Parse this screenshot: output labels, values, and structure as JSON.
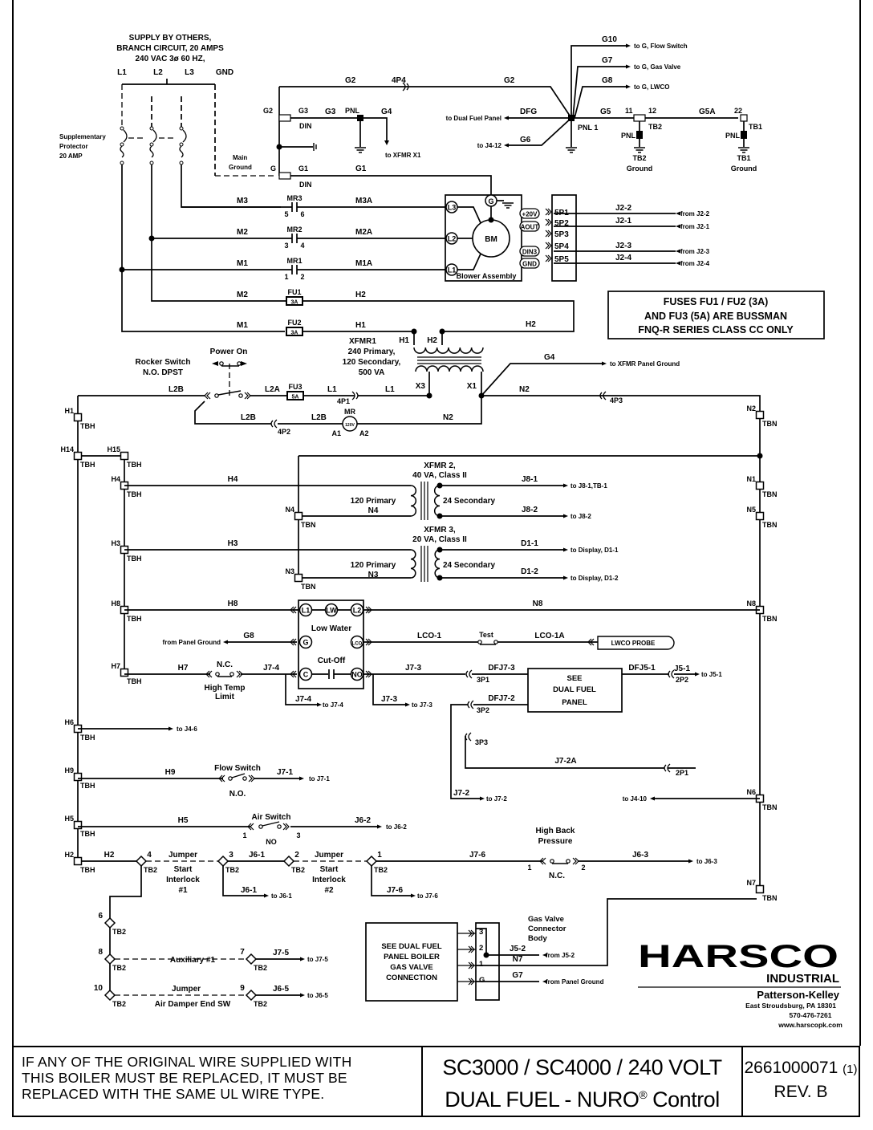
{
  "labels": {
    "s1": "SUPPLY BY OTHERS,",
    "s2": "BRANCH CIRCUIT, 20 AMPS",
    "s3": "240 VAC 3ø 60 HZ,",
    "l1": "L1",
    "l2": "L2",
    "l3": "L3",
    "gnd": "GND",
    "sp1": "Supplementary",
    "sp2": "Protector",
    "sp3": "20 AMP",
    "mg1": "Main",
    "mg2": "Ground",
    "g2a": "G2",
    "p4": "4P4",
    "g2b": "G2",
    "g2t": "G2",
    "g3t": "G3",
    "g3": "G3",
    "pnl": "PNL",
    "g4": "G4",
    "g4v": "G4",
    "din1": "DIN",
    "txx1": "to XFMR X1",
    "g": "G",
    "g1t": "G1",
    "g1": "G1",
    "din2": "DIN",
    "m3": "M3",
    "mr3": "MR3",
    "c5": "5",
    "c6": "6",
    "m3a": "M3A",
    "m2": "M2",
    "mr2": "MR2",
    "c3": "3",
    "c4": "4",
    "m2a": "M2A",
    "m1": "M1",
    "mr1": "MR1",
    "c1": "1",
    "c2": "2",
    "m1a": "M1A",
    "m2b": "M2",
    "fu1": "FU1",
    "f1a": "3A",
    "h2": "H2",
    "m1b": "M1",
    "fu2": "FU2",
    "f2a": "3A",
    "h1": "H1",
    "h2r": "H2",
    "g10": "G10",
    "tfs": "to G, Flow Switch",
    "g7": "G7",
    "tgv": "to G, Gas Valve",
    "g8": "G8",
    "tlw": "to G, LWCO",
    "tdf": "to Dual Fuel Panel",
    "dfg": "DFG",
    "g6": "G6",
    "tj412": "to J4-12",
    "pnl1": "PNL 1",
    "g5": "G5",
    "n11": "11",
    "n12": "12",
    "tb2": "TB2",
    "g5a": "G5A",
    "n22": "22",
    "tb1": "TB1",
    "pnlb2": "PNL",
    "pnlb1": "PNL",
    "tb2g1": "TB2",
    "tb2g2": "Ground",
    "tb1g1": "TB1",
    "tb1g2": "Ground",
    "bl3": "L3",
    "bl2": "L2",
    "bl1": "L1",
    "bm": "BM",
    "bg": "G",
    "b20": "+20V",
    "baout": "AOUT",
    "bdin3": "DIN3",
    "bgnd": "GND",
    "bassy": "Blower Assembly",
    "p51": "5P1",
    "p52": "5P2",
    "p53": "5P3",
    "p54": "5P4",
    "p55": "5P5",
    "j22": "J2-2",
    "j21": "J2-1",
    "j23": "J2-3",
    "j24": "J2-4",
    "fj22": "from J2-2",
    "fj21": "from J2-1",
    "fj23": "from J2-3",
    "fj24": "from J2-4",
    "fn1": "FUSES FU1 / FU2 (3A)",
    "fn2": "AND FU3 (5A) ARE BUSSMAN",
    "fn3": "FNQ-R SERIES CLASS CC ONLY",
    "xf1": "XFMR1",
    "xh1": "H1",
    "xh2": "H2",
    "xp": "240 Primary,",
    "xs": "120 Secondary,",
    "xva": "500 VA",
    "x3": "X3",
    "x1": "X1",
    "g4b": "G4",
    "txpg": "to XFMR Panel Ground",
    "pon": "Power On",
    "rs1": "Rocker Switch",
    "rs2": "N.O. DPST",
    "l2b1": "L2B",
    "l2a": "L2A",
    "fu3": "FU3",
    "f3a": "5A",
    "l1a": "L1",
    "p41": "4P1",
    "l1b": "L1",
    "n2a": "N2",
    "p43": "4P3",
    "l2b2": "L2B",
    "p42": "4P2",
    "l2b3": "L2B",
    "mr": "MR",
    "mr120": "120V",
    "a1": "A1",
    "a2": "A2",
    "n2b": "N2",
    "th1": "H1",
    "th14": "H14",
    "th15": "H15",
    "th4": "H4",
    "th3": "H3",
    "th8": "H8",
    "th7": "H7",
    "th6": "H6",
    "th9": "H9",
    "th5": "H5",
    "th2": "H2",
    "tbh": "TBH",
    "tbn": "TBN",
    "tn2": "N2",
    "tn1": "N1",
    "tn5": "N5",
    "tn4": "N4",
    "tn3": "N3",
    "tn8": "N8",
    "tn6": "N6",
    "tn7": "N7",
    "x2a": "XFMR 2,",
    "x2b": "40 VA, Class II",
    "h4": "H4",
    "p120a": "120 Primary",
    "n4": "N4",
    "s24a": "24 Secondary",
    "j81": "J8-1",
    "tj81": "to J8-1,TB-1",
    "j82": "J8-2",
    "tj82": "to J8-2",
    "x3a": "XFMR 3,",
    "x3b": "20 VA, Class II",
    "h3": "H3",
    "p120b": "120 Primary",
    "n3": "N3",
    "s24b": "24 Secondary",
    "d11": "D1-1",
    "td11": "to Display, D1-1",
    "d12": "D1-2",
    "td12": "to Display, D1-2",
    "h8": "H8",
    "n8": "N8",
    "lwl1": "L1",
    "lwlw": "LW",
    "lwl2": "L2",
    "lw1": "Low Water",
    "lwg": "G",
    "lwlco": "LCO",
    "lw2": "Cut-Off",
    "lwc": "C",
    "lwno": "NO",
    "fpg": "from Panel Ground",
    "g8b": "G8",
    "lco1": "LCO-1",
    "test": "Test",
    "lco1a": "LCO-1A",
    "probe": "LWCO PROBE",
    "h7": "H7",
    "nc1": "N.C.",
    "htl1": "High Temp",
    "htl2": "Limit",
    "j74": "J7-4",
    "j74b": "J7-4",
    "tj74": "to J7-4",
    "j73": "J7-3",
    "j73b": "J7-3",
    "tj73": "to J7-3",
    "dfj73": "DFJ7-3",
    "p31": "3P1",
    "dfp1": "SEE",
    "dfp2": "DUAL FUEL",
    "dfp3": "PANEL",
    "dfj51": "DFJ5-1",
    "j51": "J5-1",
    "p22": "2P2",
    "tj51": "to J5-1",
    "dfj72": "DFJ7-2",
    "p32": "3P2",
    "p33": "3P3",
    "j72a": "J7-2A",
    "p21": "2P1",
    "j72": "J7-2",
    "tj72": "to J7-2",
    "tj410": "to J4-10",
    "tj46": "to J4-6",
    "h9": "H9",
    "fsw": "Flow Switch",
    "no1": "N.O.",
    "j71": "J7-1",
    "tj71": "to J7-1",
    "h5": "H5",
    "asw": "Air Switch",
    "as1": "1",
    "as3": "3",
    "asno": "NO",
    "j62": "J6-2",
    "tj62": "to J6-2",
    "h2b": "H2",
    "d4": "4",
    "d3": "3",
    "d2": "2",
    "d1": "1",
    "tb2d": "TB2",
    "jmp1": "Jumper",
    "si1": "Start",
    "si2": "Interlock",
    "si3": "#1",
    "j61": "J6-1",
    "jmp2": "Jumper",
    "si4": "Start",
    "si5": "Interlock",
    "si6": "#2",
    "j76": "J7-6",
    "hbp1": "High Back",
    "hbp2": "Pressure",
    "hb1": "1",
    "hb2": "2",
    "hbnc": "N.C.",
    "j63": "J6-3",
    "tj63": "to J6-3",
    "j61b": "J6-1",
    "tj61": "to J6-1",
    "j76b": "J7-6",
    "tj76": "to J7-6",
    "d6": "6",
    "d8": "8",
    "d10": "10",
    "d7": "7",
    "d9": "9",
    "aux": "Auxiliary #1",
    "j75": "J7-5",
    "tj75": "to J7-5",
    "jmp3": "Jumper",
    "ads": "Air Damper End SW",
    "j65": "J6-5",
    "tj65": "to J6-5",
    "gv1": "SEE DUAL FUEL",
    "gv2": "PANEL BOILER",
    "gv3": "GAS VALVE",
    "gv4": "CONNECTION",
    "gp3": "3",
    "gp2": "2",
    "gp1": "1",
    "gpg": "G",
    "gvc1": "Gas Valve",
    "gvc2": "Connector",
    "gvc3": "Body",
    "j52": "J5-2",
    "fj52": "from J5-2",
    "n7": "N7",
    "g7b": "G7",
    "fpg2": "from Panel Ground"
  },
  "logo": {
    "brand": "HARSCO",
    "division": "INDUSTRIAL",
    "company": "Patterson-Kelley",
    "address": "East Stroudsburg, PA 18301",
    "phone": "570-476-7261",
    "web": "www.harscopk.com"
  },
  "title_block": {
    "note_lines": [
      "IF ANY OF THE ORIGINAL WIRE SUPPLIED WITH",
      "THIS BOILER MUST BE REPLACED, IT MUST BE",
      "REPLACED WITH THE SAME UL WIRE TYPE."
    ],
    "title_line1": "SC3000 / SC4000 / 240 VOLT",
    "title_line2_a": "DUAL FUEL - NURO",
    "title_line2_reg": "®",
    "title_line2_b": " Control",
    "drawing_number": "2661000071",
    "sheet": "(1)",
    "revision": "REV. B"
  },
  "colors": {
    "ink": "#000000",
    "paper": "#ffffff"
  }
}
